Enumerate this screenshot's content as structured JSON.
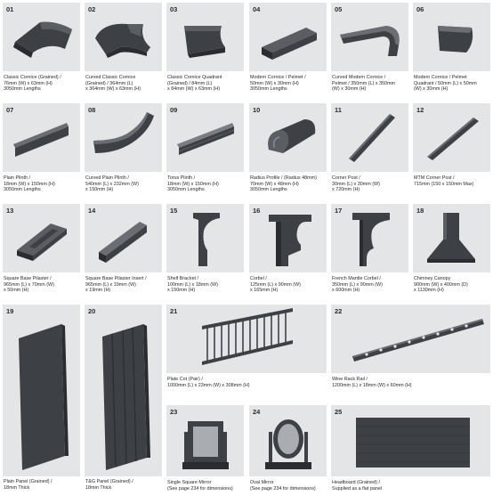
{
  "products": [
    {
      "number": "01",
      "icon": "classic-cornice-icon",
      "caption": [
        "Classic Cornice (Grained) /",
        "76mm (W) x 63mm (H)",
        "3050mm Lengths"
      ]
    },
    {
      "number": "02",
      "icon": "curved-classic-cornice-icon",
      "caption": [
        "Curved Classic Cornice",
        "(Grained) / 364mm (L)",
        "x 364mm (W) x 63mm (H)"
      ]
    },
    {
      "number": "03",
      "icon": "cornice-quadrant-icon",
      "caption": [
        "Classic Cornice Quadrant",
        "(Grained) / 84mm (L)",
        "x 84mm (W) x 63mm (H)"
      ]
    },
    {
      "number": "04",
      "icon": "modern-cornice-icon",
      "caption": [
        "Modern Cornice / Pelmet /",
        "50mm (W) x 30mm (H)",
        "3050mm Lengths"
      ]
    },
    {
      "number": "05",
      "icon": "curved-modern-cornice-icon",
      "caption": [
        "Curved Modern Cornice /",
        "Pelmet / 350mm (L) x 350mm",
        "(W) x 30mm (H)"
      ]
    },
    {
      "number": "06",
      "icon": "modern-cornice-quadrant-icon",
      "caption": [
        "Modern Cornice / Pelmet",
        "Quadrant / 50mm (L) x 50mm",
        "(W) x 30mm (H)"
      ]
    },
    {
      "number": "07",
      "icon": "plain-plinth-icon",
      "caption": [
        "Plain Plinth /",
        "18mm (W) x 150mm (H)",
        "3050mm Lengths"
      ]
    },
    {
      "number": "08",
      "icon": "curved-plain-plinth-icon",
      "caption": [
        "Curved Plain Plinth /",
        "540mm (L) x 232mm (W)",
        "x 150mm (H)"
      ]
    },
    {
      "number": "09",
      "icon": "torus-plinth-icon",
      "caption": [
        "Torus Plinth /",
        "18mm (W) x 150mm (H)",
        "3050mm Lengths"
      ]
    },
    {
      "number": "10",
      "icon": "radius-profile-icon",
      "caption": [
        "Radius Profile / (Radius 48mm)",
        "70mm (W) x 48mm (H)",
        "3050mm Lengths"
      ]
    },
    {
      "number": "11",
      "icon": "corner-post-icon",
      "caption": [
        "Corner Post /",
        "30mm (L) x 30mm (W)",
        "x 720mm (H)"
      ]
    },
    {
      "number": "12",
      "icon": "mtm-corner-post-icon",
      "caption": [
        "MTM Corner Post /",
        "715mm (150 x 150mm Max)"
      ]
    },
    {
      "number": "13",
      "icon": "square-base-pilaster-icon",
      "caption": [
        "Square Base Pilaster /",
        "965mm (L) x 70mm (W)",
        "x 50mm (H)"
      ]
    },
    {
      "number": "14",
      "icon": "pilaster-insert-icon",
      "caption": [
        "Square Base Pilaster Insert /",
        "965mm (L) x 19mm (W)",
        "x 19mm (H)"
      ]
    },
    {
      "number": "15",
      "icon": "shelf-bracket-icon",
      "caption": [
        "Shelf Bracket /",
        "100mm (L) x 18mm (W)",
        "x 150mm (H)"
      ]
    },
    {
      "number": "16",
      "icon": "corbel-icon",
      "caption": [
        "Corbel /",
        "125mm (L) x 90mm (W)",
        "x 165mm (H)"
      ]
    },
    {
      "number": "17",
      "icon": "french-mantle-corbel-icon",
      "caption": [
        "French Mantle Corbel /",
        "350mm (L) x 90mm (W)",
        "x 600mm (H)"
      ]
    },
    {
      "number": "18",
      "icon": "chimney-canopy-icon",
      "caption": [
        "Chimney Canopy",
        "900mm (W) x 400mm (D)",
        "x 1130mm (H)"
      ]
    },
    {
      "number": "19",
      "icon": "plain-panel-icon",
      "caption": [
        "Plain Panel (Grained) /",
        "18mm Thick"
      ]
    },
    {
      "number": "20",
      "icon": "tg-panel-icon",
      "caption": [
        "T&G Panel (Grained) /",
        "18mm Thick"
      ]
    },
    {
      "number": "21",
      "icon": "plate-cot-icon",
      "caption": [
        "Plate Cot (Pair) /",
        "1000mm (L) x 23mm (W) x 308mm (H)"
      ]
    },
    {
      "number": "22",
      "icon": "wine-rack-rail-icon",
      "caption": [
        "Wine Rack Rail /",
        "1200mm (L) x 18mm (W) x 60mm (H)"
      ]
    },
    {
      "number": "23",
      "icon": "single-square-mirror-icon",
      "caption": [
        "Single Square Mirror",
        "(See page 234 for dimensions)"
      ]
    },
    {
      "number": "24",
      "icon": "oval-mirror-icon",
      "caption": [
        "Oval Mirror",
        "(See page 234 for dimensions)"
      ]
    },
    {
      "number": "25",
      "icon": "headboard-icon",
      "caption": [
        "Headboard (Grained) /",
        "Supplied as a flat panel"
      ]
    }
  ]
}
